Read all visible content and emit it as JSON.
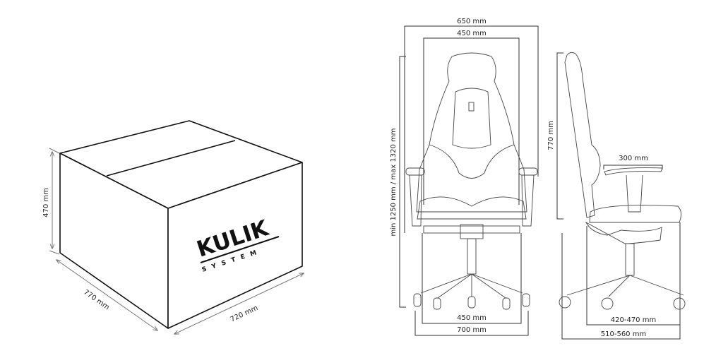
{
  "box": {
    "brand": "KULIK",
    "brand_sub": "SYSTEM",
    "height_label": "470 mm",
    "depth_label": "770 mm",
    "width_label": "720 mm"
  },
  "chair_front": {
    "overall_width_label": "650 mm",
    "back_width_label": "450 mm",
    "height_label": "min 1250 mm / max 1320 mm",
    "seat_width_label": "450 mm",
    "base_width_label": "700 mm"
  },
  "chair_side": {
    "back_height_label": "770 mm",
    "armrest_label": "300 mm",
    "seat_depth_label": "420-470 mm",
    "overall_depth_label": "510-560 mm"
  }
}
